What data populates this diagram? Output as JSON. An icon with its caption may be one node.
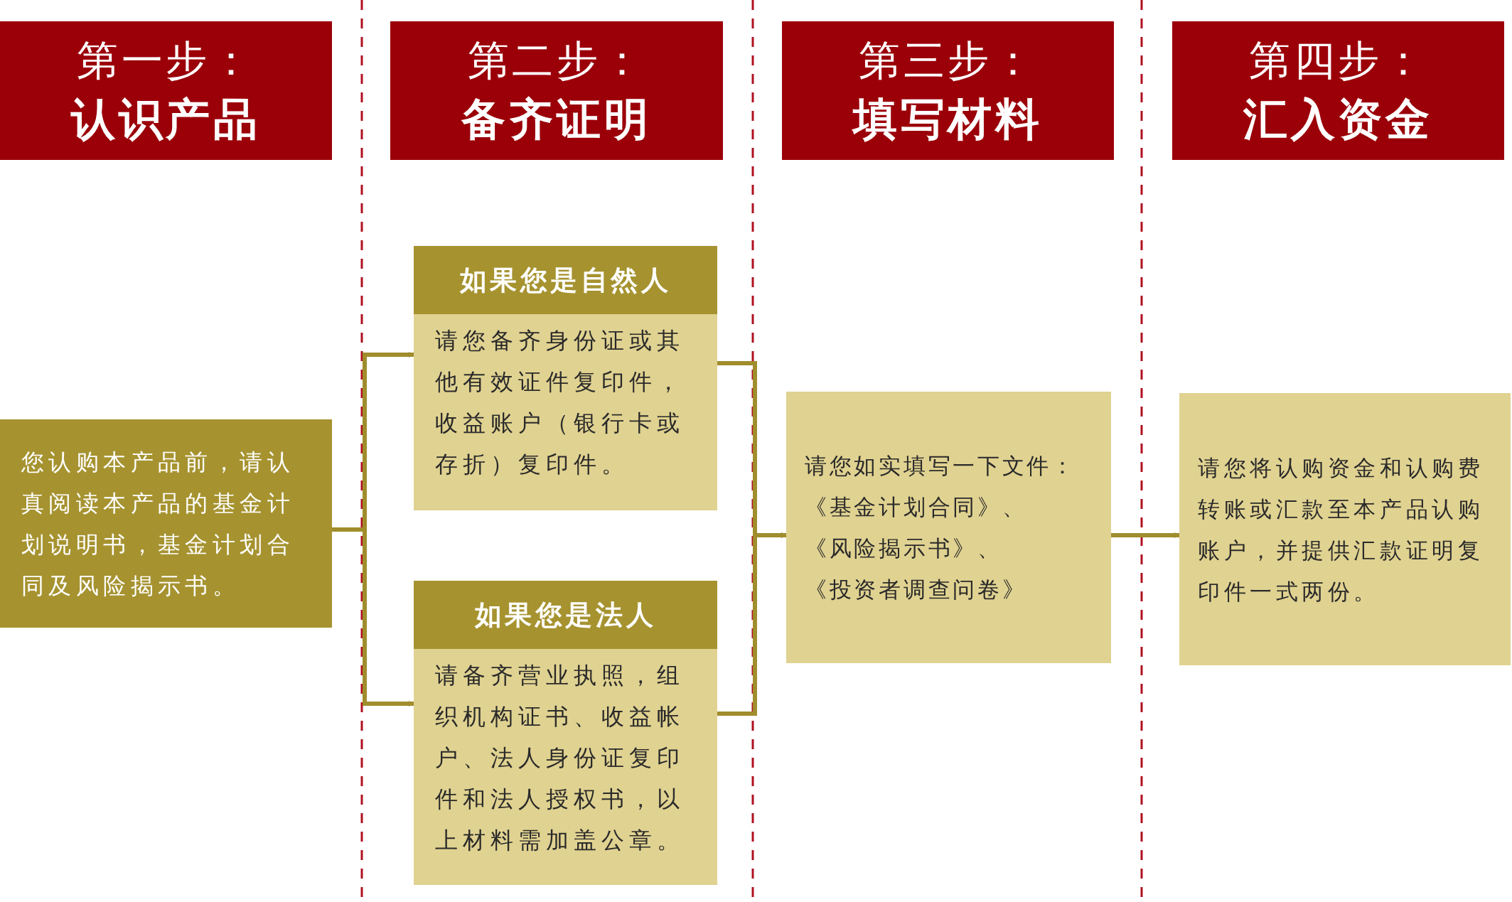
{
  "diagram": {
    "nodes": [
      {
        "text": [
          "第一步：",
          "认识产品"
        ]
      },
      {
        "text": [
          "第二步：",
          "备齐证明"
        ]
      },
      {
        "text": [
          "第三步：",
          "填写材料"
        ]
      },
      {
        "text": [
          "第四步：",
          "汇入资金"
        ]
      },
      {
        "text": [
          "您认购本产品前，请认真阅读本产品的基金计划说明书，基金计划合同及风险揭示书。"
        ]
      },
      {
        "text": [
          "如果您是自然人",
          "请您备齐身份证或其他有效证件复印件，收益账户（银行卡或存折）复印件。"
        ]
      },
      {
        "text": [
          "如果您是法人",
          "请备齐营业执照，组织机构证书、收益帐户、法人身份证复印件和法人授权书，以上材料需加盖公章。"
        ]
      },
      {
        "text": [
          "请您如实填写一下文件：《基金计划合同》、《风险揭示书》、《投资者调查问卷》"
        ]
      },
      {
        "text": [
          "请您将认购资金和认购费转账或汇款至本产品认购账户，并提供汇款证明复印件一式两份。"
        ]
      }
    ],
    "edges": [
      {
        "from": 4,
        "to": 5,
        "arrow": "to"
      },
      {
        "from": 4,
        "to": 6,
        "arrow": "to"
      },
      {
        "from": 5,
        "to": 7,
        "arrow": "to"
      },
      {
        "from": 6,
        "to": 7,
        "arrow": "to"
      },
      {
        "from": 7,
        "to": 8,
        "arrow": "to"
      }
    ]
  }
}
